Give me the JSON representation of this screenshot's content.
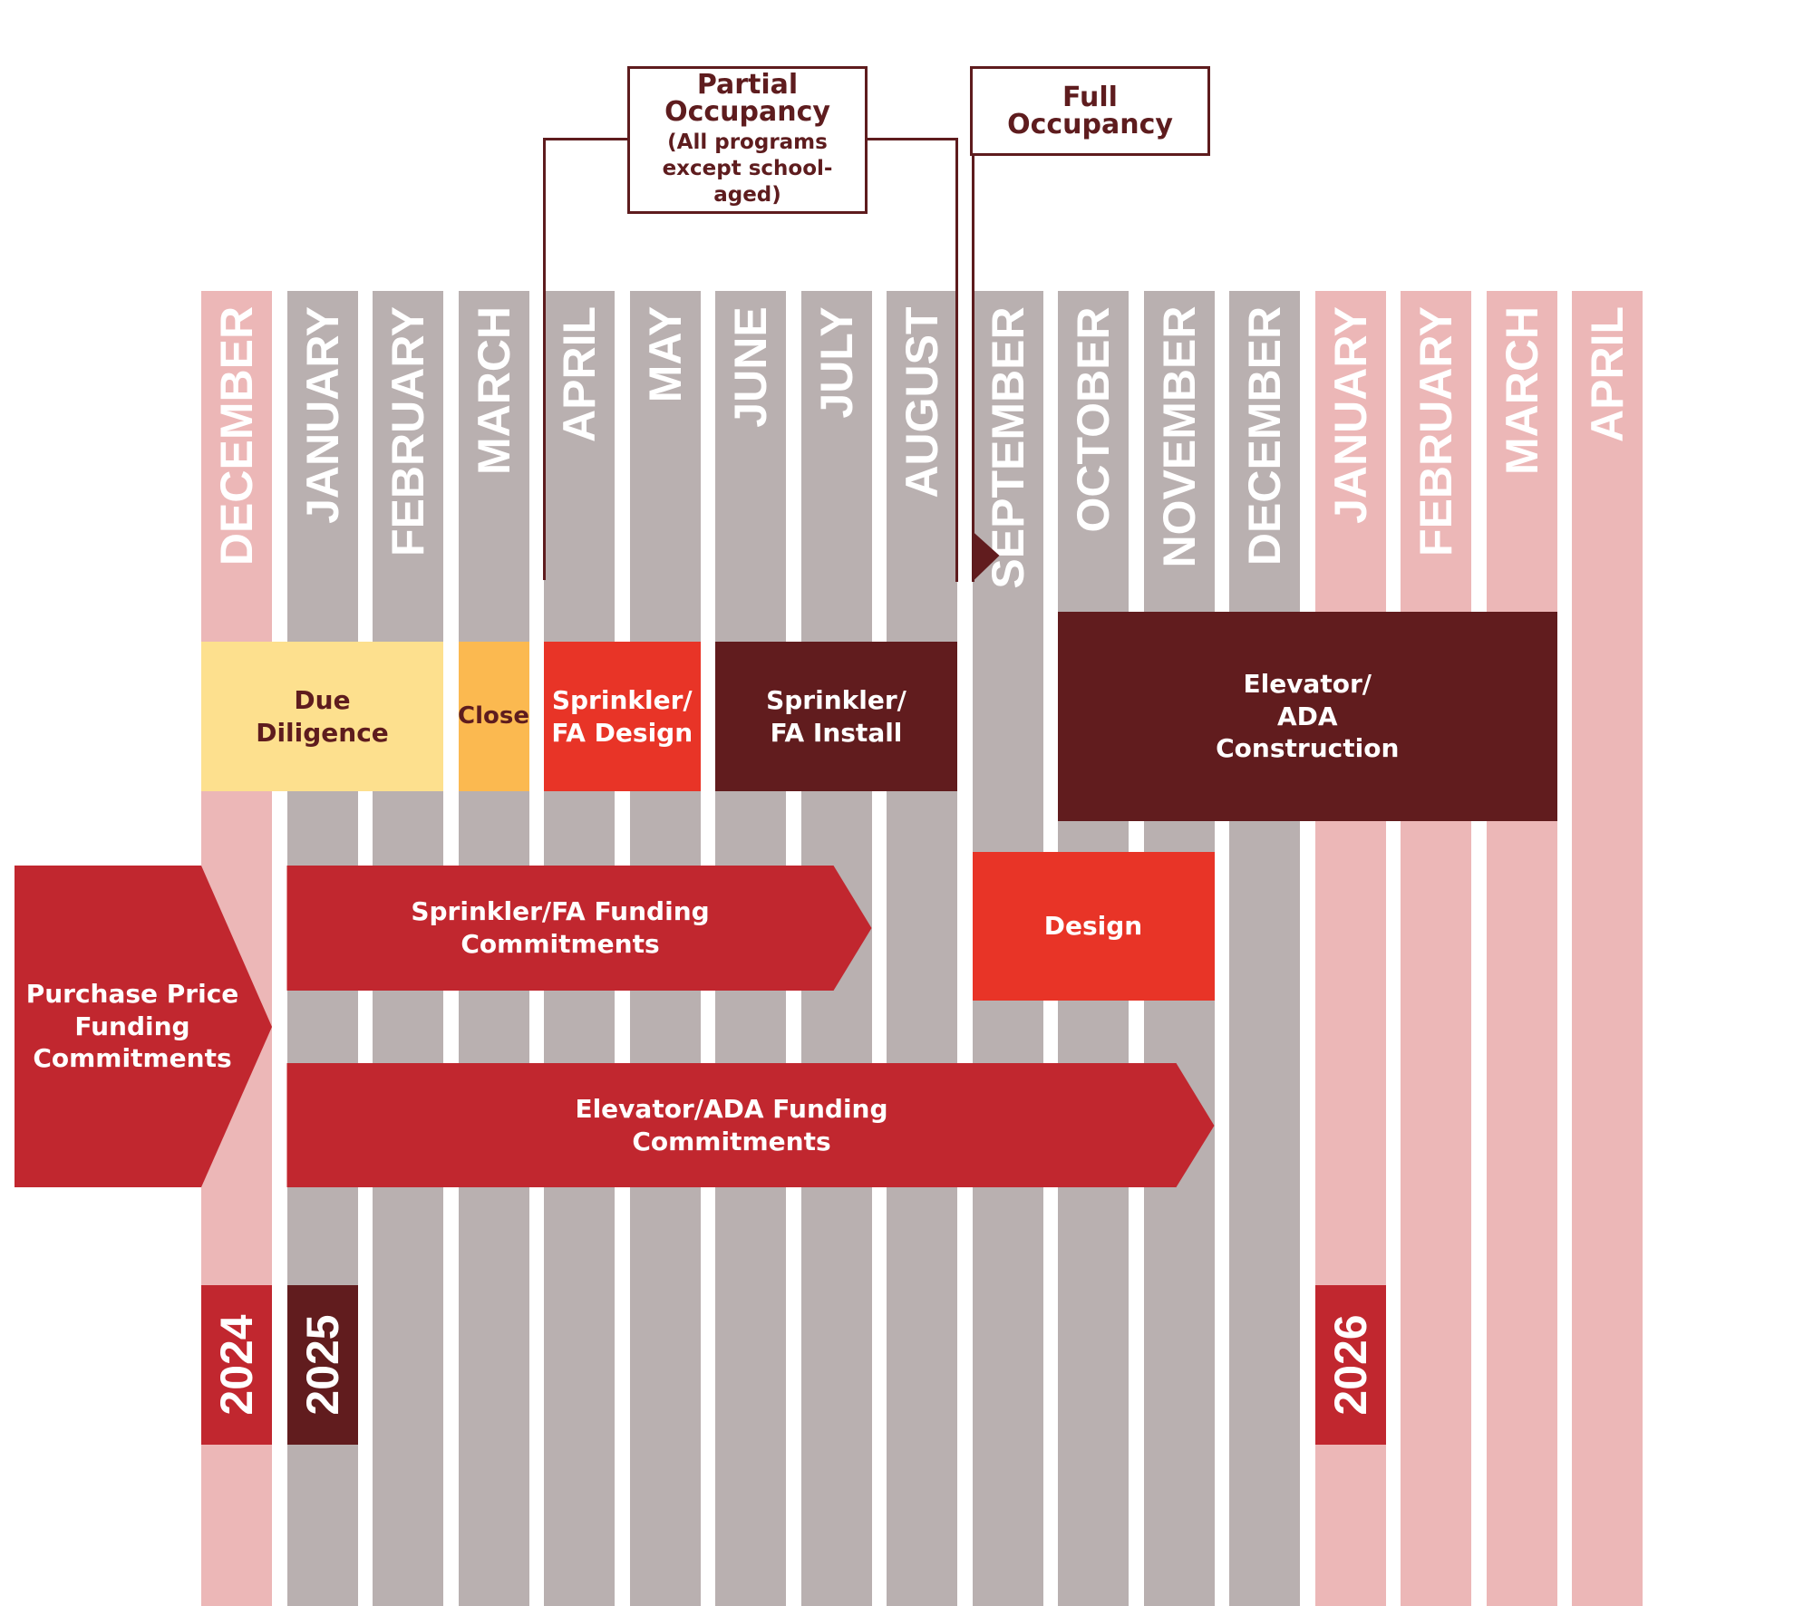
{
  "months": [
    {
      "label": "DECEMBER",
      "tone": "pink"
    },
    {
      "label": "JANUARY",
      "tone": "gray"
    },
    {
      "label": "FEBRUARY",
      "tone": "gray"
    },
    {
      "label": "MARCH",
      "tone": "gray"
    },
    {
      "label": "APRIL",
      "tone": "gray"
    },
    {
      "label": "MAY",
      "tone": "gray"
    },
    {
      "label": "JUNE",
      "tone": "gray"
    },
    {
      "label": "JULY",
      "tone": "gray"
    },
    {
      "label": "AUGUST",
      "tone": "gray"
    },
    {
      "label": "SEPTEMBER",
      "tone": "gray"
    },
    {
      "label": "OCTOBER",
      "tone": "gray"
    },
    {
      "label": "NOVEMBER",
      "tone": "gray"
    },
    {
      "label": "DECEMBER",
      "tone": "gray"
    },
    {
      "label": "JANUARY",
      "tone": "pink"
    },
    {
      "label": "FEBRUARY",
      "tone": "pink"
    },
    {
      "label": "MARCH",
      "tone": "pink"
    },
    {
      "label": "APRIL",
      "tone": "pink"
    }
  ],
  "years": [
    {
      "label": "2024",
      "month_index": 0,
      "tone": "red"
    },
    {
      "label": "2025",
      "month_index": 1,
      "tone": "dark"
    },
    {
      "label": "2026",
      "month_index": 13,
      "tone": "red"
    }
  ],
  "phases": [
    {
      "label": "Due\nDiligence",
      "start": 0,
      "end": 2,
      "tone": "yellow"
    },
    {
      "label": "Close",
      "start": 3,
      "end": 3,
      "tone": "orange"
    },
    {
      "label": "Sprinkler/\nFA Design",
      "start": 4,
      "end": 5,
      "tone": "bright"
    },
    {
      "label": "Sprinkler/\nFA Install",
      "start": 6,
      "end": 8,
      "tone": "dark"
    },
    {
      "label": "Elevator/\nADA\nConstruction",
      "start": 10,
      "end": 15,
      "tone": "dark"
    },
    {
      "label": "Design",
      "start": 9,
      "end": 11,
      "tone": "bright"
    }
  ],
  "funding": [
    {
      "label": "Purchase Price\nFunding\nCommitments"
    },
    {
      "label": "Sprinkler/FA Funding\nCommitments",
      "start": 1,
      "end": 7
    },
    {
      "label": "Elevator/ADA Funding\nCommitments",
      "start": 1,
      "end": 11
    }
  ],
  "milestones": [
    {
      "title": "Partial\nOccupancy",
      "subtitle": "(All programs\nexcept school-aged)",
      "from_month": 4,
      "to_month": 8
    },
    {
      "title": "Full\nOccupancy",
      "subtitle": "",
      "at_month": 9
    }
  ],
  "colors": {
    "pink_column": "#ecb7b7",
    "gray_column": "#b9b0b0",
    "dark_maroon": "#611c1e",
    "funding_red": "#c1272f",
    "bright_red": "#e83427",
    "yellow": "#fde08e",
    "orange": "#fbb950",
    "outline": "#5e1c1e",
    "white": "#ffffff"
  }
}
